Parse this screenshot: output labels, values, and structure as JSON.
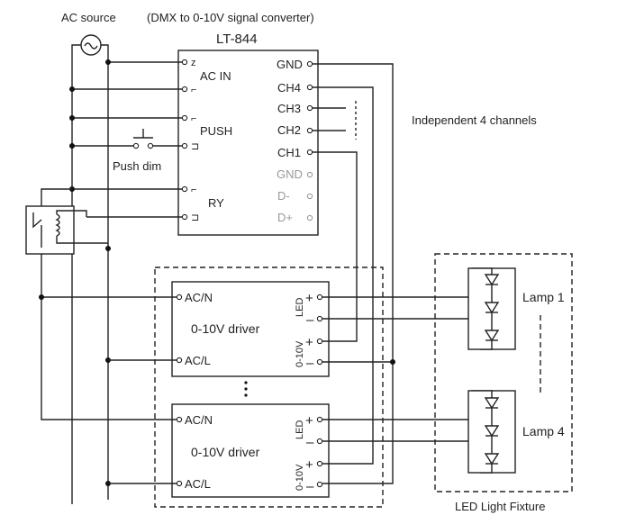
{
  "header": {
    "ac_source": "AC source",
    "converter_desc": "(DMX to 0-10V signal converter)",
    "model": "LT-844"
  },
  "controller": {
    "ac_in": "AC IN",
    "push": "PUSH",
    "ry": "RY",
    "outputs": [
      "GND",
      "CH4",
      "CH3",
      "CH2",
      "CH1"
    ],
    "dmx_pins": [
      "GND",
      "D-",
      "D+"
    ],
    "channels_note": "Independent 4 channels"
  },
  "push_dim": {
    "label": "Push dim"
  },
  "drivers": [
    {
      "ac_n": "AC/N",
      "ac_l": "AC/L",
      "name": "0-10V driver",
      "led": "LED",
      "dim": "0-10V",
      "plus": "+",
      "minus": "–"
    },
    {
      "ac_n": "AC/N",
      "ac_l": "AC/L",
      "name": "0-10V driver",
      "led": "LED",
      "dim": "0-10V",
      "plus": "+",
      "minus": "–"
    }
  ],
  "fixture": {
    "lamps": [
      "Lamp 1",
      "Lamp 4"
    ],
    "label": "LED Light Fixture"
  }
}
